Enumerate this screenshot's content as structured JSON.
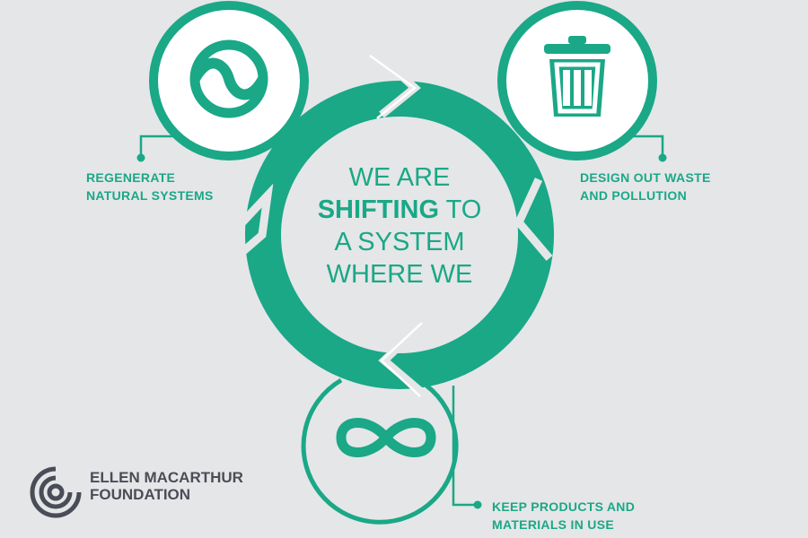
{
  "center": {
    "line1": "WE ARE",
    "line2_strong": "SHIFTING",
    "line2_rest": " TO",
    "line3": "A SYSTEM",
    "line4": "WHERE WE"
  },
  "principles": {
    "regenerate": {
      "line1": "REGENERATE",
      "line2": "NATURAL SYSTEMS",
      "icon": "regenerate-wave-icon"
    },
    "design": {
      "line1": "DESIGN OUT WASTE",
      "line2": "AND POLLUTION",
      "icon": "trash-bin-icon"
    },
    "keep": {
      "line1": "KEEP PRODUCTS AND",
      "line2": "MATERIALS IN USE",
      "icon": "infinity-icon"
    }
  },
  "logo": {
    "line1": "ELLEN MACARTHUR",
    "line2": "FOUNDATION",
    "icon": "ellen-macarthur-logo-icon"
  },
  "colors": {
    "green": "#1aa887",
    "background": "#e5e6e8",
    "white": "#ffffff",
    "logo": "#4a4d57"
  }
}
